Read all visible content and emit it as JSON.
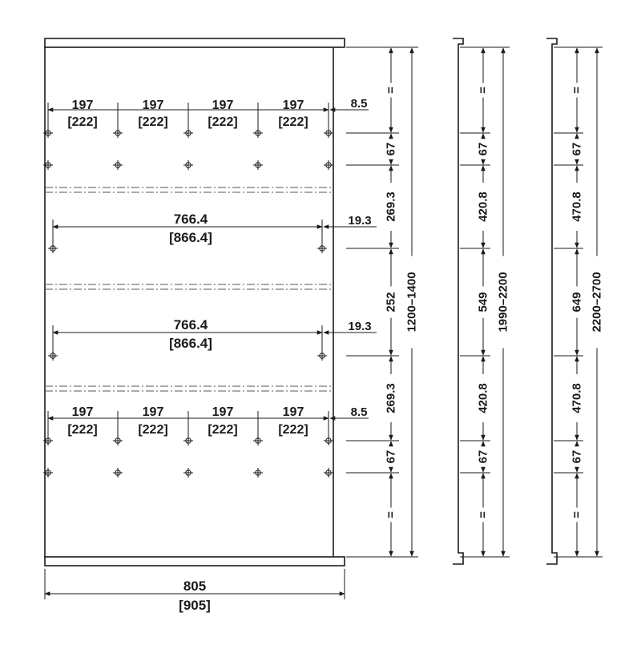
{
  "colors": {
    "line": "#1a1a1a",
    "background": "#ffffff"
  },
  "front": {
    "top_spacing": [
      "197",
      "197",
      "197",
      "197"
    ],
    "top_spacing_alt": [
      "[222]",
      "[222]",
      "[222]",
      "[222]"
    ],
    "top_edge": "8.5",
    "mid_width": "766.4",
    "mid_width_alt": "[866.4]",
    "mid_edge": "19.3",
    "bottom_spacing": [
      "197",
      "197",
      "197",
      "197"
    ],
    "bottom_spacing_alt": [
      "[222]",
      "[222]",
      "[222]",
      "[222]"
    ],
    "bottom_edge": "8.5",
    "overall_width": "805",
    "overall_width_alt": "[905]"
  },
  "columns": [
    {
      "segments": [
        "=",
        "67",
        "269.3",
        "252",
        "269.3",
        "67",
        "="
      ],
      "total": "1200–1400"
    },
    {
      "segments": [
        "=",
        "67",
        "420.8",
        "549",
        "420.8",
        "67",
        "="
      ],
      "total": "1990–2200"
    },
    {
      "segments": [
        "=",
        "67",
        "470.8",
        "649",
        "470.8",
        "67",
        "="
      ],
      "total": "2200–2700"
    }
  ]
}
